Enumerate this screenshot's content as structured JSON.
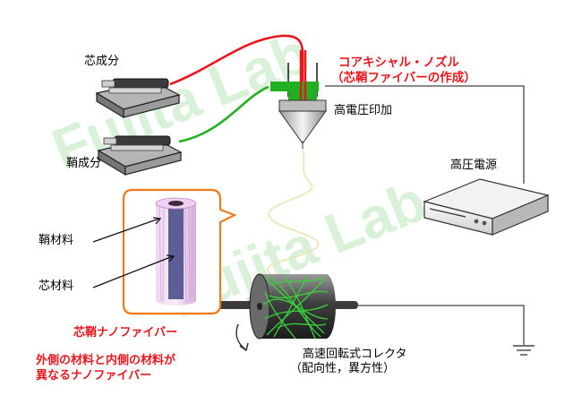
{
  "labels": {
    "core_component": "芯成分",
    "sheath_component": "鞘成分",
    "coaxial_nozzle": "コアキシャル・ノズル",
    "coaxial_nozzle_sub": "（芯鞘ファイバーの作成）",
    "high_voltage_apply": "高電圧印加",
    "hv_power_supply": "高圧電源",
    "sheath_material": "鞘材料",
    "core_material": "芯材料",
    "core_sheath_nanofiber": "芯鞘ナノファイバー",
    "description_line1": "外側の材料と内側の材料が",
    "description_line2": "異なるナノファイバー",
    "collector_line1": "高速回転式コレクタ",
    "collector_line2": "（配向性，異方性）"
  },
  "watermark": "Fujita Lab",
  "colors": {
    "core_line": "#e8171d",
    "sheath_line": "#22b022",
    "label_red": "#e8171d",
    "callout_border": "#f07a1a",
    "fiber_core": "#5b5f96",
    "fiber_sheath": "#d9b3dd",
    "fiber_strand": "#e8e6b0",
    "watermark": "#b9e6b9"
  }
}
